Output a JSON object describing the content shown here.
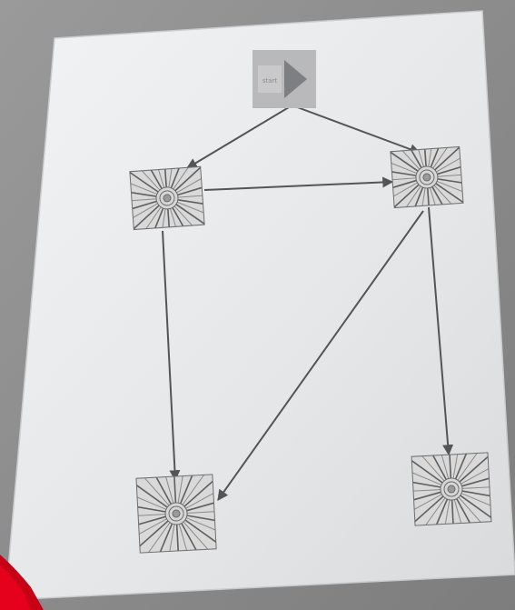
{
  "diagram": {
    "start_node": {
      "icon": "play-triangle-icon",
      "text": "start"
    },
    "nodes": [
      {
        "id": "a",
        "icon": "sun-flower-icon"
      },
      {
        "id": "b",
        "icon": "sun-flower-icon"
      },
      {
        "id": "c",
        "icon": "sun-flower-icon"
      },
      {
        "id": "d",
        "icon": "sun-flower-icon"
      }
    ],
    "edges": [
      {
        "from": "start",
        "to": "a"
      },
      {
        "from": "start",
        "to": "b"
      },
      {
        "from": "a",
        "to": "b"
      },
      {
        "from": "a",
        "to": "c"
      },
      {
        "from": "b",
        "to": "c"
      },
      {
        "from": "b",
        "to": "d"
      }
    ]
  },
  "colors": {
    "background": "#8f8f8f",
    "paper": "#e6e8ea",
    "edge": "#555555",
    "node_fill": "#d9d9d9",
    "node_stroke": "#6e6e6e",
    "start_fill": "#b9b9bb",
    "start_triangle": "#7d7f82",
    "marker_red": "#d00018"
  }
}
